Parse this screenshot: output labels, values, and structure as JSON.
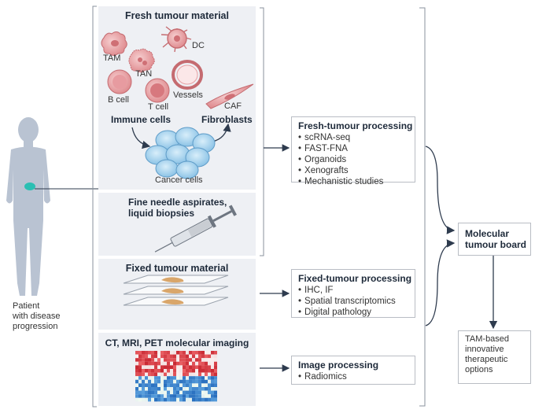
{
  "patient_label": [
    "Patient",
    "with disease",
    "progression"
  ],
  "panels": {
    "fresh": {
      "title": "Fresh tumour material",
      "cells": {
        "tam": "TAM",
        "dc": "DC",
        "tan": "TAN",
        "bcell": "B cell",
        "tcell": "T cell",
        "vessels": "Vessels",
        "caf": "CAF",
        "cancer": "Cancer cells"
      },
      "groups": {
        "immune": "Immune cells",
        "fibro": "Fibroblasts"
      }
    },
    "fna": {
      "title_lines": [
        "Fine needle aspirates,",
        "liquid biopsies"
      ]
    },
    "fixed": {
      "title": "Fixed tumour material"
    },
    "imaging": {
      "title": "CT, MRI, PET molecular imaging"
    }
  },
  "boxes": {
    "fresh_processing": {
      "title": "Fresh-tumour processing",
      "items": [
        "scRNA-seq",
        "FAST-FNA",
        "Organoids",
        "Xenografts",
        "Mechanistic studies"
      ]
    },
    "fixed_processing": {
      "title": "Fixed-tumour processing",
      "items": [
        "IHC, IF",
        "Spatial transcriptomics",
        "Digital pathology"
      ]
    },
    "image_processing": {
      "title": "Image processing",
      "items": [
        "Radiomics"
      ]
    },
    "board": {
      "title_lines": [
        "Molecular",
        "tumour board"
      ]
    },
    "options": {
      "lines": [
        "TAM-based",
        "innovative",
        "therapeutic",
        "options"
      ]
    }
  },
  "colors": {
    "panel_bg": "#eef0f4",
    "cell_pink": "#e8a0a3",
    "cancer_blue": "#a9d2ec",
    "tumour_highlight": "#2bbfb3",
    "silhouette": "#b9c3d2",
    "line": "#2e3b4e"
  }
}
